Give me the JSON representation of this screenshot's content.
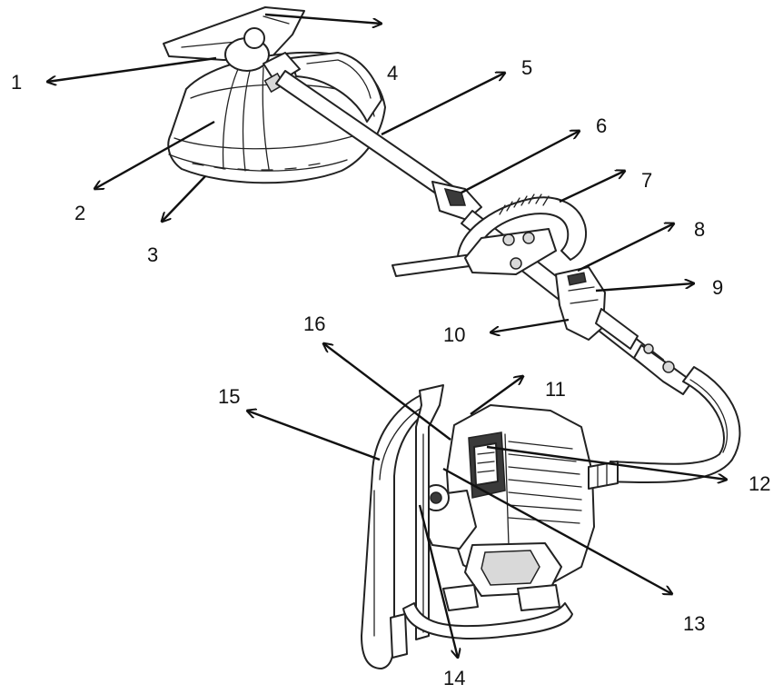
{
  "labels": [
    "1",
    "2",
    "3",
    "4",
    "5",
    "6",
    "7",
    "8",
    "9",
    "10",
    "11",
    "12",
    "13",
    "14",
    "15",
    "16"
  ],
  "ink_color": "#111111",
  "background_color": "#ffffff"
}
